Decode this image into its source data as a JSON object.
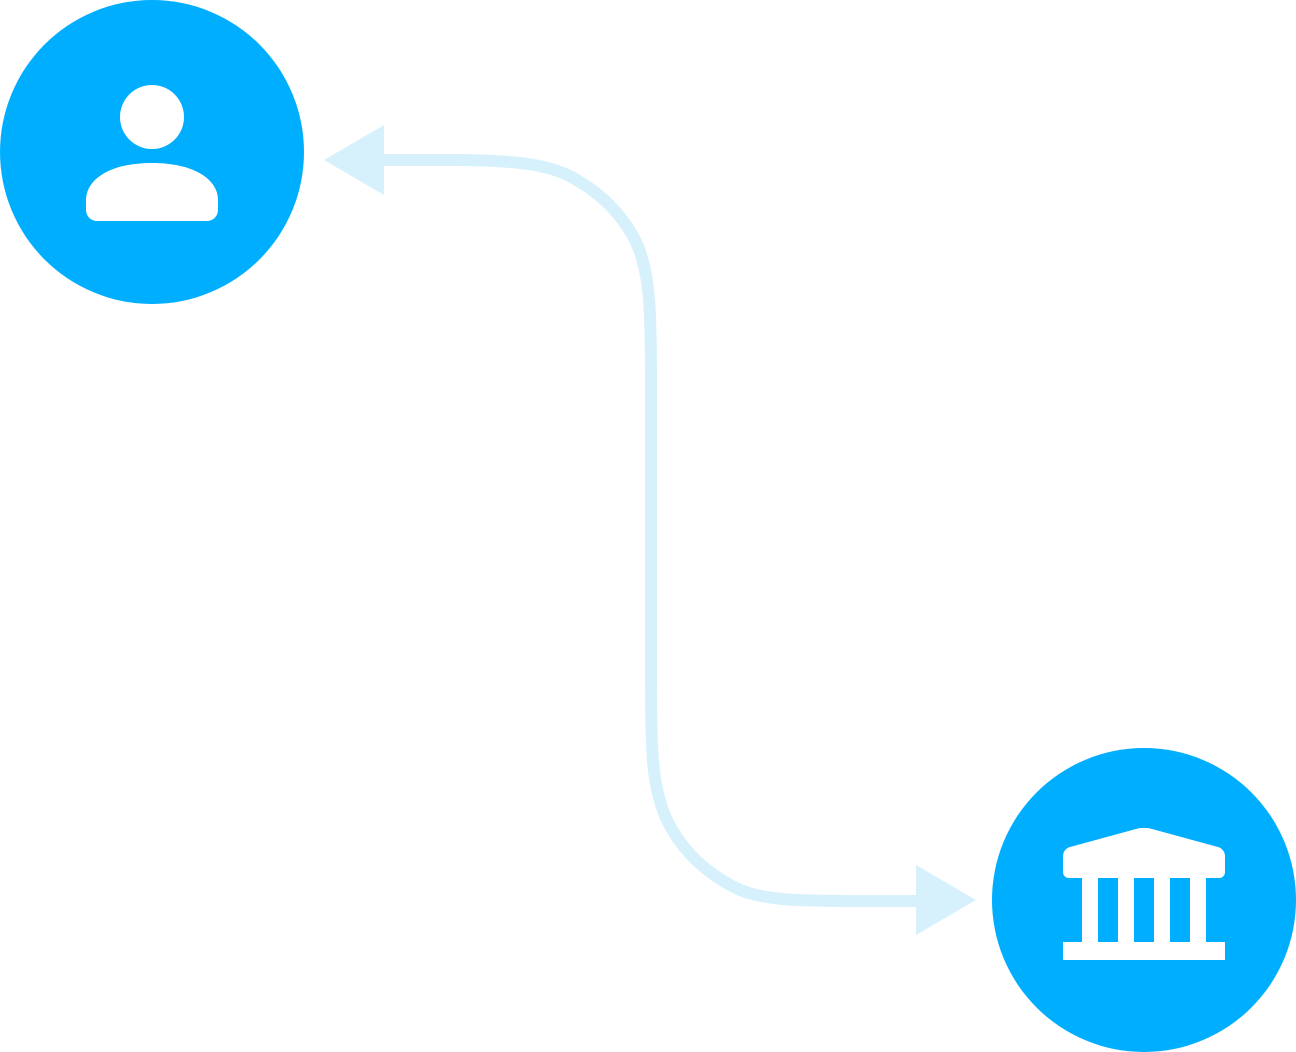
{
  "diagram": {
    "colors": {
      "node_fill": "#00AEFF",
      "icon_fill": "#FFFFFF",
      "connector": "#D6F1FB",
      "background": "#FFFFFF"
    },
    "nodes": [
      {
        "id": "user",
        "icon": "person-icon"
      },
      {
        "id": "bank",
        "icon": "bank-icon"
      }
    ],
    "connector": {
      "from": "user",
      "to": "bank",
      "direction": "bidirectional"
    }
  }
}
